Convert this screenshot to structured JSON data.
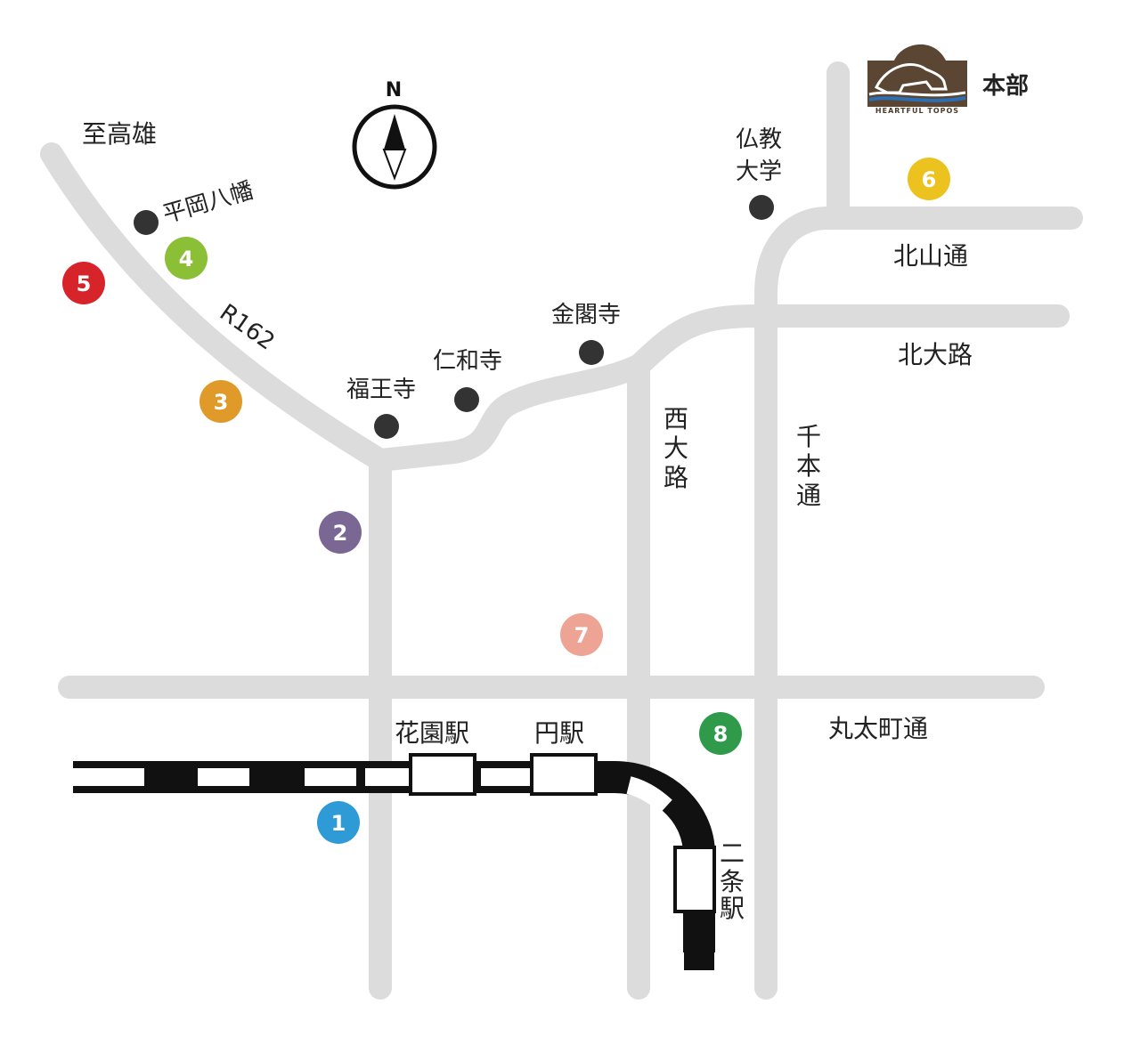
{
  "direction": {
    "to_takao": "至高雄"
  },
  "compass": {
    "label": "N"
  },
  "hq": {
    "label": "本部",
    "logo_text": "HEARTFUL TOPOS",
    "logo_color": "#5a4632"
  },
  "roads": {
    "r162": "R162",
    "kitayama": "北山通",
    "kitaoji": "北大路",
    "nishioji": [
      "西",
      "大",
      "路"
    ],
    "senbon": [
      "千",
      "本",
      "通"
    ],
    "marutamachi": "丸太町通"
  },
  "landmarks": {
    "hiraoka": "平岡八幡",
    "bukkyo": [
      "仏教",
      "大学"
    ],
    "kinkakuji": "金閣寺",
    "ninnaji": "仁和寺",
    "fukuoji": "福王寺"
  },
  "stations": {
    "hanazono": "花園駅",
    "emmachi": "円駅",
    "nijo": [
      "二",
      "条",
      "駅"
    ]
  },
  "markers": [
    {
      "label": "1",
      "color": "#2e9bd6"
    },
    {
      "label": "2",
      "color": "#7b6794"
    },
    {
      "label": "3",
      "color": "#e09a2a"
    },
    {
      "label": "4",
      "color": "#8bbf35"
    },
    {
      "label": "5",
      "color": "#d7242b"
    },
    {
      "label": "6",
      "color": "#ecc21f"
    },
    {
      "label": "7",
      "color": "#eea494"
    },
    {
      "label": "8",
      "color": "#2e9a4a"
    }
  ],
  "colors": {
    "road": "#dcdcdc",
    "rail": "#111111",
    "landmark_dot": "#333333"
  }
}
